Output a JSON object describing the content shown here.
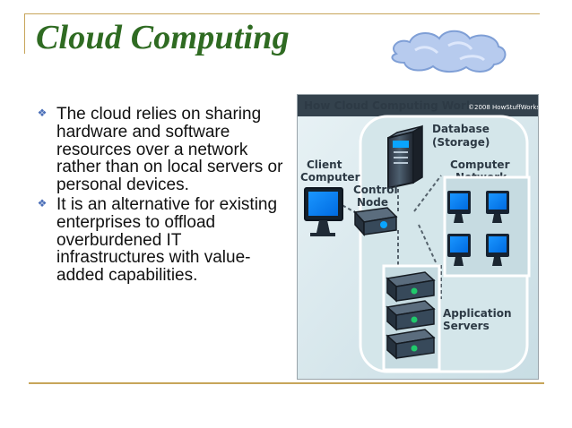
{
  "slide": {
    "title": "Cloud Computing",
    "bullets": [
      "The cloud relies on sharing hardware and software resources over a network rather than on local servers or personal devices.",
      "It is an alternative for existing enterprises to offload overburdened IT infrastructures with value-added capabilities."
    ]
  },
  "diagram": {
    "header": "How Cloud Computing Works",
    "copyright": "©2008 HowStuffWorks",
    "labels": {
      "database": [
        "Database",
        "(Storage)"
      ],
      "computer_network": [
        "Computer",
        "Network"
      ],
      "client_computer": [
        "Client",
        "Computer"
      ],
      "control_node": [
        "Control",
        "Node"
      ],
      "application_servers": [
        "Application",
        "Servers"
      ]
    }
  },
  "colors": {
    "title": "#2f6b22",
    "rule": "#c7a55a",
    "bullet_icon": "#4b6fb8",
    "cloud": "#b7cbee",
    "diagram_bg": "#d8e7ec"
  },
  "icons": [
    "cloud-icon",
    "bullet-diamond-icon",
    "database-server-icon",
    "monitor-icon",
    "control-node-icon",
    "server-icon"
  ]
}
